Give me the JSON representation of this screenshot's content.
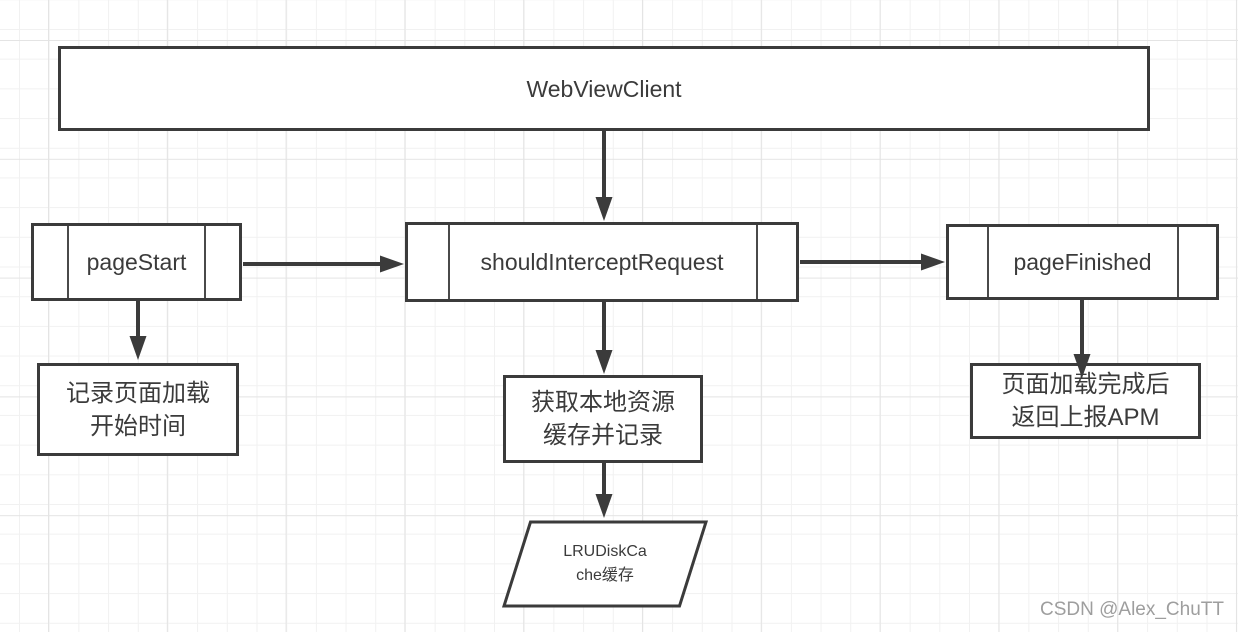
{
  "diagram": {
    "title_node": {
      "label": "WebViewClient"
    },
    "nodes": {
      "webviewclient": {
        "label": "WebViewClient"
      },
      "page_start": {
        "label": "pageStart"
      },
      "should_intercept_request": {
        "label": "shouldInterceptRequest"
      },
      "page_finished": {
        "label": "pageFinished"
      },
      "record_start_time": {
        "line1": "记录页面加载",
        "line2": "开始时间"
      },
      "fetch_local_cache": {
        "line1": "获取本地资源",
        "line2": "缓存并记录"
      },
      "lru_disk_cache": {
        "line1": "LRUDiskCa",
        "line2": "che缓存"
      },
      "report_apm": {
        "line1": "页面加载完成后",
        "line2": "返回上报APM"
      }
    },
    "colors": {
      "stroke": "#3b3b3b",
      "text": "#3b3b3b",
      "node_fill": "#ffffff",
      "grid_minor": "#f1f1f1",
      "grid_major": "#e4e4e4",
      "watermark": "#9e9e9e"
    },
    "watermark": "CSDN @Alex_ChuTT"
  }
}
